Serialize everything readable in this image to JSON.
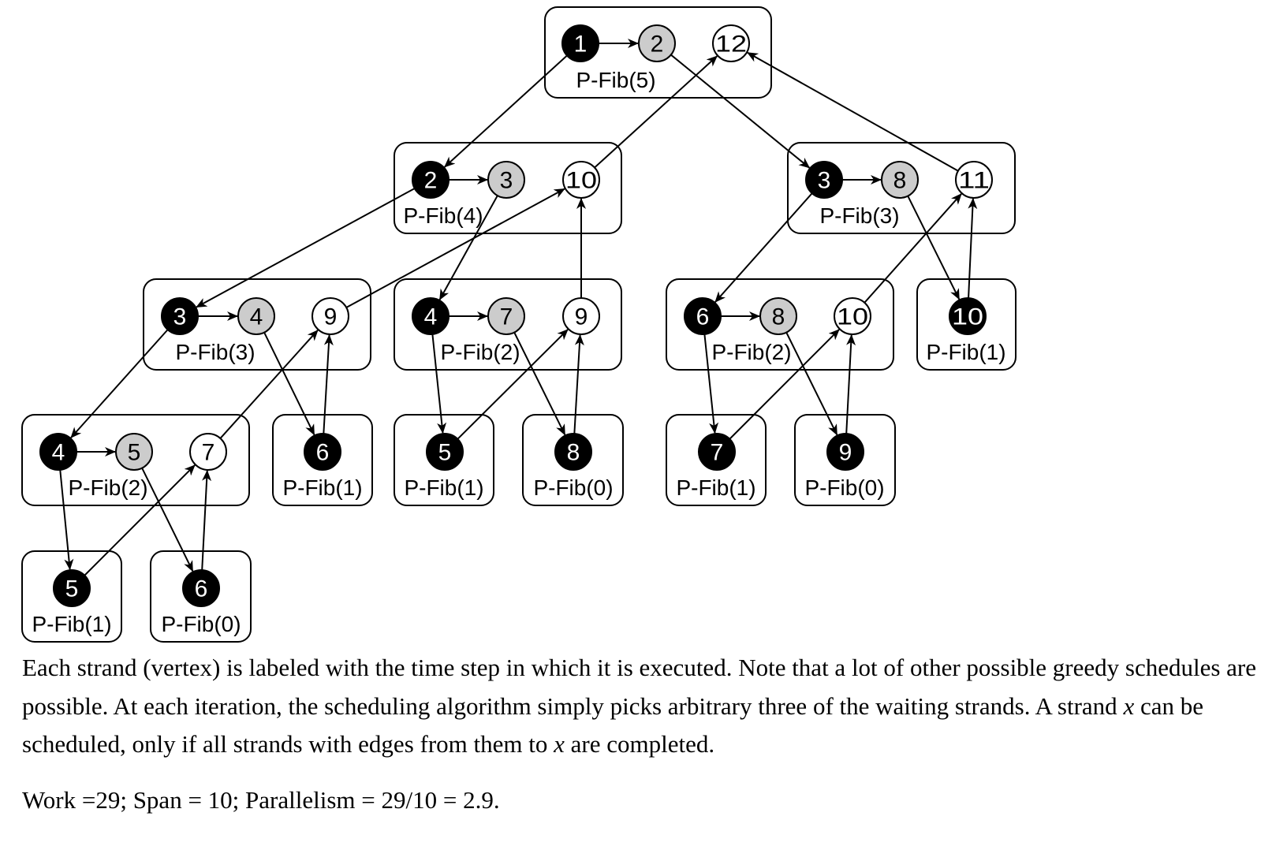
{
  "colors": {
    "spawn": "#000000",
    "continuation": "#cccccc",
    "sync": "#ffffff"
  },
  "frames": [
    {
      "id": "A",
      "label": "P-Fib(5)",
      "nodes": [
        {
          "id": "A1",
          "text": "1",
          "kind": "spawn"
        },
        {
          "id": "A2",
          "text": "2",
          "kind": "continuation"
        },
        {
          "id": "A3",
          "text": "12",
          "kind": "sync"
        }
      ]
    },
    {
      "id": "B",
      "label": "P-Fib(4)",
      "nodes": [
        {
          "id": "B1",
          "text": "2",
          "kind": "spawn"
        },
        {
          "id": "B2",
          "text": "3",
          "kind": "continuation"
        },
        {
          "id": "B3",
          "text": "10",
          "kind": "sync"
        }
      ]
    },
    {
      "id": "C",
      "label": "P-Fib(3)",
      "nodes": [
        {
          "id": "C1",
          "text": "3",
          "kind": "spawn"
        },
        {
          "id": "C2",
          "text": "8",
          "kind": "continuation"
        },
        {
          "id": "C3",
          "text": "11",
          "kind": "sync"
        }
      ]
    },
    {
      "id": "D",
      "label": "P-Fib(3)",
      "nodes": [
        {
          "id": "D1",
          "text": "3",
          "kind": "spawn"
        },
        {
          "id": "D2",
          "text": "4",
          "kind": "continuation"
        },
        {
          "id": "D3",
          "text": "9",
          "kind": "sync"
        }
      ]
    },
    {
      "id": "E",
      "label": "P-Fib(2)",
      "nodes": [
        {
          "id": "E1",
          "text": "4",
          "kind": "spawn"
        },
        {
          "id": "E2",
          "text": "7",
          "kind": "continuation"
        },
        {
          "id": "E3",
          "text": "9",
          "kind": "sync"
        }
      ]
    },
    {
      "id": "F",
      "label": "P-Fib(2)",
      "nodes": [
        {
          "id": "F1",
          "text": "6",
          "kind": "spawn"
        },
        {
          "id": "F2",
          "text": "8",
          "kind": "continuation"
        },
        {
          "id": "F3",
          "text": "10",
          "kind": "sync"
        }
      ]
    },
    {
      "id": "G",
      "label": "P-Fib(1)",
      "nodes": [
        {
          "id": "G1",
          "text": "10",
          "kind": "spawn"
        }
      ]
    },
    {
      "id": "H",
      "label": "P-Fib(2)",
      "nodes": [
        {
          "id": "H1",
          "text": "4",
          "kind": "spawn"
        },
        {
          "id": "H2",
          "text": "5",
          "kind": "continuation"
        },
        {
          "id": "H3",
          "text": "7",
          "kind": "sync"
        }
      ]
    },
    {
      "id": "I",
      "label": "P-Fib(1)",
      "nodes": [
        {
          "id": "I1",
          "text": "6",
          "kind": "spawn"
        }
      ]
    },
    {
      "id": "J",
      "label": "P-Fib(1)",
      "nodes": [
        {
          "id": "J1",
          "text": "5",
          "kind": "spawn"
        }
      ]
    },
    {
      "id": "K",
      "label": "P-Fib(0)",
      "nodes": [
        {
          "id": "K1",
          "text": "8",
          "kind": "spawn"
        }
      ]
    },
    {
      "id": "L",
      "label": "P-Fib(1)",
      "nodes": [
        {
          "id": "L1",
          "text": "7",
          "kind": "spawn"
        }
      ]
    },
    {
      "id": "M",
      "label": "P-Fib(0)",
      "nodes": [
        {
          "id": "M1",
          "text": "9",
          "kind": "spawn"
        }
      ]
    },
    {
      "id": "N",
      "label": "P-Fib(1)",
      "nodes": [
        {
          "id": "N1",
          "text": "5",
          "kind": "spawn"
        }
      ]
    },
    {
      "id": "O",
      "label": "P-Fib(0)",
      "nodes": [
        {
          "id": "O1",
          "text": "6",
          "kind": "spawn"
        }
      ]
    }
  ],
  "edges": [
    [
      "A1",
      "A2"
    ],
    [
      "A1",
      "B1"
    ],
    [
      "A2",
      "C1"
    ],
    [
      "B3",
      "A3"
    ],
    [
      "C3",
      "A3"
    ],
    [
      "B1",
      "B2"
    ],
    [
      "B1",
      "D1"
    ],
    [
      "B2",
      "E1"
    ],
    [
      "E3",
      "B3"
    ],
    [
      "D3",
      "B3"
    ],
    [
      "C1",
      "C2"
    ],
    [
      "C1",
      "F1"
    ],
    [
      "C2",
      "G1"
    ],
    [
      "G1",
      "C3"
    ],
    [
      "F3",
      "C3"
    ],
    [
      "D1",
      "D2"
    ],
    [
      "D1",
      "H1"
    ],
    [
      "D2",
      "I1"
    ],
    [
      "I1",
      "D3"
    ],
    [
      "H3",
      "D3"
    ],
    [
      "E1",
      "E2"
    ],
    [
      "E1",
      "J1"
    ],
    [
      "E2",
      "K1"
    ],
    [
      "K1",
      "E3"
    ],
    [
      "J1",
      "E3"
    ],
    [
      "F1",
      "F2"
    ],
    [
      "F1",
      "L1"
    ],
    [
      "F2",
      "M1"
    ],
    [
      "M1",
      "F3"
    ],
    [
      "L1",
      "F3"
    ],
    [
      "H1",
      "H2"
    ],
    [
      "H1",
      "N1"
    ],
    [
      "H2",
      "O1"
    ],
    [
      "O1",
      "H3"
    ],
    [
      "N1",
      "H3"
    ]
  ],
  "caption": {
    "paragraph1_part1": "Each strand (vertex) is labeled with the time step in which it is executed. Note that a lot of other possible greedy schedules are possible. At each iteration, the scheduling algorithm simply picks arbitrary three of the waiting strands. A strand ",
    "var_x": "x",
    "paragraph1_part2": " can be scheduled, only if all strands with edges from them to ",
    "paragraph1_part3": " are completed.",
    "paragraph2": "Work =29; Span = 10; Parallelism = 29/10 = 2.9."
  }
}
